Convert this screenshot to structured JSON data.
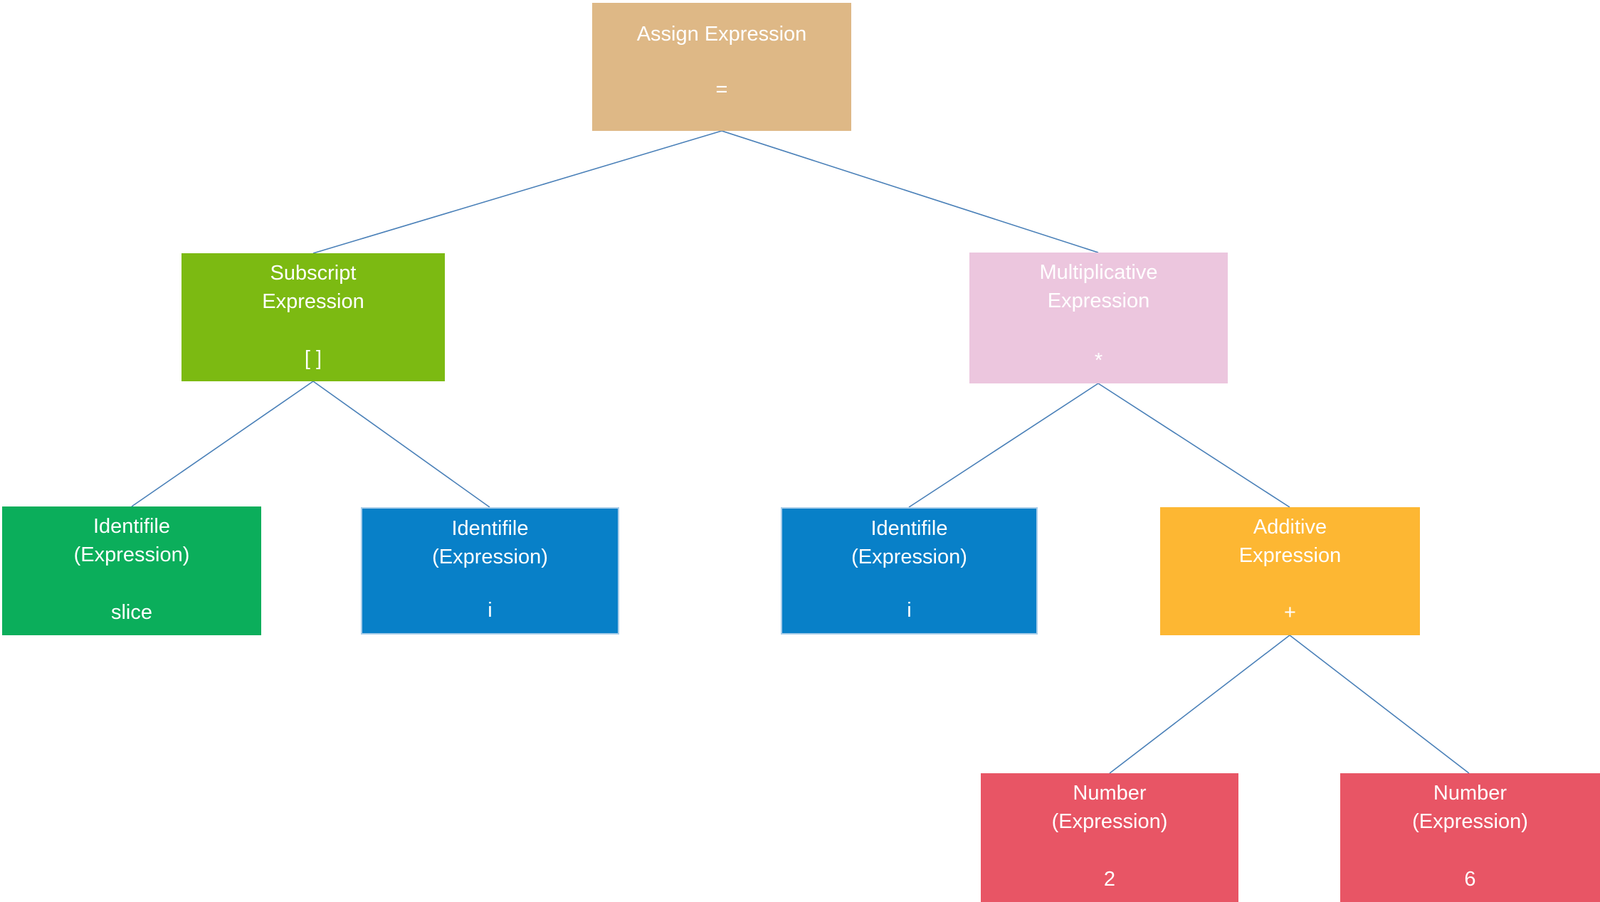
{
  "diagram": {
    "colors": {
      "connector": "#4A80B8",
      "text": "#FFFFFF",
      "assign_bg": "#DEB886",
      "subscript_bg": "#7CBA12",
      "multiplicative_bg": "#ECC6DE",
      "identifier_green_bg": "#0BAE5B",
      "identifier_blue_bg": "#0880C8",
      "identifier_blue_border": "#A9CDE9",
      "additive_bg": "#FDB733",
      "number_bg": "#E85565"
    },
    "nodes": [
      {
        "id": "assign-expression",
        "title_lines": [
          "Assign Expression"
        ],
        "value": "=",
        "color": "#DEB886"
      },
      {
        "id": "subscript-expression",
        "title_lines": [
          "Subscript",
          "Expression"
        ],
        "value": "[ ]",
        "color": "#7CBA12"
      },
      {
        "id": "multiplicative-expression",
        "title_lines": [
          "Multiplicative",
          "Expression"
        ],
        "value": "*",
        "color": "#ECC6DE"
      },
      {
        "id": "identifile-slice",
        "title_lines": [
          "Identifile",
          "(Expression)"
        ],
        "value": "slice",
        "color": "#0BAE5B"
      },
      {
        "id": "identifile-i-left",
        "title_lines": [
          "Identifile",
          "(Expression)"
        ],
        "value": "i",
        "color": "#0880C8"
      },
      {
        "id": "identifile-i-right",
        "title_lines": [
          "Identifile",
          "(Expression)"
        ],
        "value": "i",
        "color": "#0880C8"
      },
      {
        "id": "additive-expression",
        "title_lines": [
          "Additive",
          "Expression"
        ],
        "value": "+",
        "color": "#FDB733"
      },
      {
        "id": "number-2",
        "title_lines": [
          "Number",
          "(Expression)"
        ],
        "value": "2",
        "color": "#E85565"
      },
      {
        "id": "number-6",
        "title_lines": [
          "Number",
          "(Expression)"
        ],
        "value": "6",
        "color": "#E85565"
      }
    ],
    "edges": [
      {
        "from": "assign-expression",
        "to": "subscript-expression"
      },
      {
        "from": "assign-expression",
        "to": "multiplicative-expression"
      },
      {
        "from": "subscript-expression",
        "to": "identifile-slice"
      },
      {
        "from": "subscript-expression",
        "to": "identifile-i-left"
      },
      {
        "from": "multiplicative-expression",
        "to": "identifile-i-right"
      },
      {
        "from": "multiplicative-expression",
        "to": "additive-expression"
      },
      {
        "from": "additive-expression",
        "to": "number-2"
      },
      {
        "from": "additive-expression",
        "to": "number-6"
      }
    ]
  }
}
